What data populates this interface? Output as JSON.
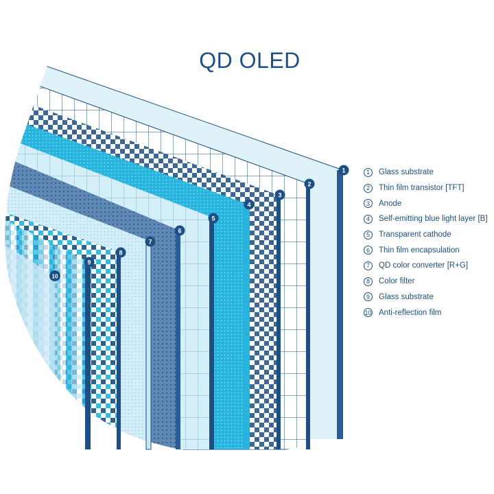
{
  "title": "QD OLED",
  "colors": {
    "navy": "#1b4f86",
    "dark_blue": "#2a5d96",
    "cyan": "#25b5de",
    "light_blue": "#c6e9f5",
    "pale_blue": "#e3f4fa",
    "mid_blue": "#6d9fc9",
    "slate_blue": "#5f88b3"
  },
  "layers": [
    {
      "number": "1",
      "label": "Glass substrate",
      "icon": "glass-substrate-layer"
    },
    {
      "number": "2",
      "label": "Thin film transistor [TFT]",
      "icon": "tft-layer"
    },
    {
      "number": "3",
      "label": "Anode",
      "icon": "anode-layer"
    },
    {
      "number": "4",
      "label": "Self-emitting blue light layer [B]",
      "icon": "blue-light-layer"
    },
    {
      "number": "5",
      "label": "Transparent cathode",
      "icon": "cathode-layer"
    },
    {
      "number": "6",
      "label": "Thin film encapsulation",
      "icon": "encapsulation-layer"
    },
    {
      "number": "7",
      "label": "QD color converter [R+G]",
      "icon": "qd-converter-layer"
    },
    {
      "number": "8",
      "label": "Color filter",
      "icon": "color-filter-layer"
    },
    {
      "number": "9",
      "label": "Glass substrate",
      "icon": "glass-substrate-layer"
    },
    {
      "number": "10",
      "label": "Anti-reflection film",
      "icon": "anti-reflection-layer"
    }
  ]
}
